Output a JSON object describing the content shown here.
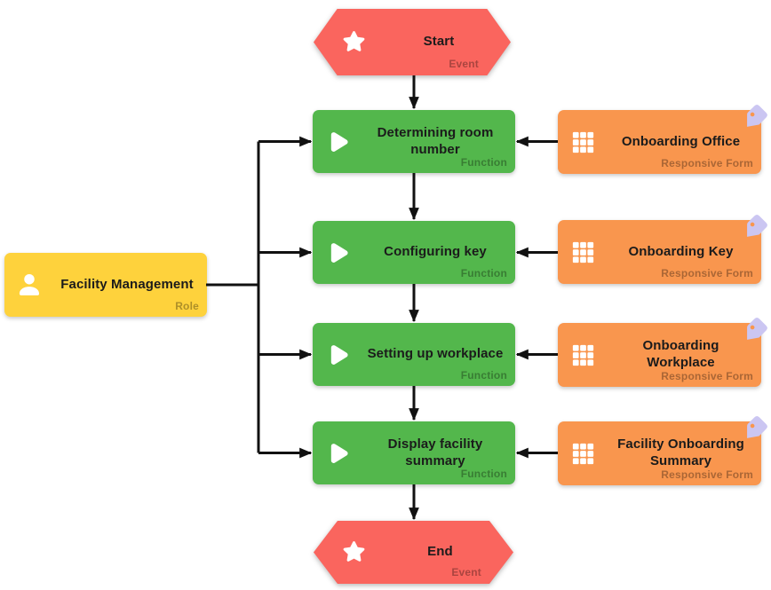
{
  "colors": {
    "event_red": "#FA655E",
    "function_green": "#53B74C",
    "form_orange": "#F9964E",
    "role_yellow": "#FED23C",
    "tag_lavender": "#CBC6F2",
    "connector": "#111111",
    "type_label": "rgba(0,0,0,0.32)"
  },
  "icons": {
    "event": "star-icon",
    "function": "play-icon",
    "form": "grid-icon",
    "role": "person-icon",
    "form_badge": "tag-icon"
  },
  "nodes": {
    "start": {
      "label": "Start",
      "type": "Event"
    },
    "f1": {
      "label": "Determining room number",
      "type": "Function"
    },
    "f2": {
      "label": "Configuring key",
      "type": "Function"
    },
    "f3": {
      "label": "Setting up workplace",
      "type": "Function"
    },
    "f4": {
      "label": "Display facility summary",
      "type": "Function"
    },
    "form1": {
      "label": "Onboarding Office",
      "type": "Responsive Form"
    },
    "form2": {
      "label": "Onboarding Key",
      "type": "Responsive Form"
    },
    "form3": {
      "label": "Onboarding Workplace",
      "type": "Responsive Form"
    },
    "form4": {
      "label": "Facility Onboarding Summary",
      "type": "Responsive Form"
    },
    "role": {
      "label": "Facility Management",
      "type": "Role"
    },
    "end": {
      "label": "End",
      "type": "Event"
    }
  }
}
